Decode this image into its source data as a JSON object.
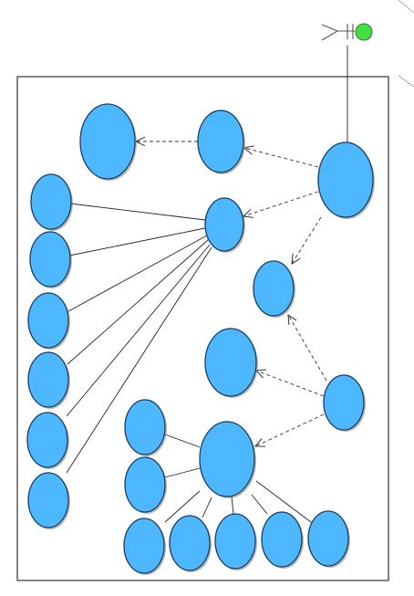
{
  "diagram": {
    "type": "use-case-diagram",
    "colors": {
      "use_case_fill": "#4db8ff",
      "use_case_stroke": "#1a3d5c",
      "actor_head": "#44dd44",
      "line": "#222222"
    },
    "actor": {
      "id": "actor",
      "icon": "stick-figure-actor-icon"
    },
    "use_cases": [
      {
        "id": "uc-a"
      },
      {
        "id": "uc-b"
      },
      {
        "id": "uc-c"
      },
      {
        "id": "uc-d"
      },
      {
        "id": "uc-e"
      },
      {
        "id": "uc-f"
      },
      {
        "id": "uc-g"
      },
      {
        "id": "uc-h"
      },
      {
        "id": "uc-i"
      },
      {
        "id": "uc-j"
      },
      {
        "id": "uc-k"
      },
      {
        "id": "uc-l"
      },
      {
        "id": "uc-m"
      },
      {
        "id": "uc-n"
      },
      {
        "id": "uc-o"
      },
      {
        "id": "uc-p"
      },
      {
        "id": "uc-q"
      },
      {
        "id": "uc-r"
      },
      {
        "id": "uc-s"
      },
      {
        "id": "uc-t"
      },
      {
        "id": "uc-u"
      },
      {
        "id": "uc-v"
      },
      {
        "id": "uc-w"
      }
    ],
    "associations": [
      {
        "from": "actor",
        "to": "uc-e"
      },
      {
        "from": "uc-d",
        "to": "uc-f"
      },
      {
        "from": "uc-d",
        "to": "uc-g"
      },
      {
        "from": "uc-d",
        "to": "uc-h"
      },
      {
        "from": "uc-d",
        "to": "uc-i"
      },
      {
        "from": "uc-d",
        "to": "uc-j"
      },
      {
        "from": "uc-d",
        "to": "uc-k"
      },
      {
        "from": "uc-o",
        "to": "uc-p"
      },
      {
        "from": "uc-o",
        "to": "uc-q"
      },
      {
        "from": "uc-o",
        "to": "uc-r"
      },
      {
        "from": "uc-o",
        "to": "uc-s"
      },
      {
        "from": "uc-o",
        "to": "uc-t"
      },
      {
        "from": "uc-o",
        "to": "uc-u"
      },
      {
        "from": "uc-o",
        "to": "uc-v"
      }
    ],
    "dependencies": [
      {
        "from": "uc-b",
        "to": "uc-a"
      },
      {
        "from": "uc-e",
        "to": "uc-b"
      },
      {
        "from": "uc-e",
        "to": "uc-d"
      },
      {
        "from": "uc-e",
        "to": "uc-c"
      },
      {
        "from": "uc-n",
        "to": "uc-c"
      },
      {
        "from": "uc-n",
        "to": "uc-m"
      },
      {
        "from": "uc-n",
        "to": "uc-o"
      }
    ]
  }
}
